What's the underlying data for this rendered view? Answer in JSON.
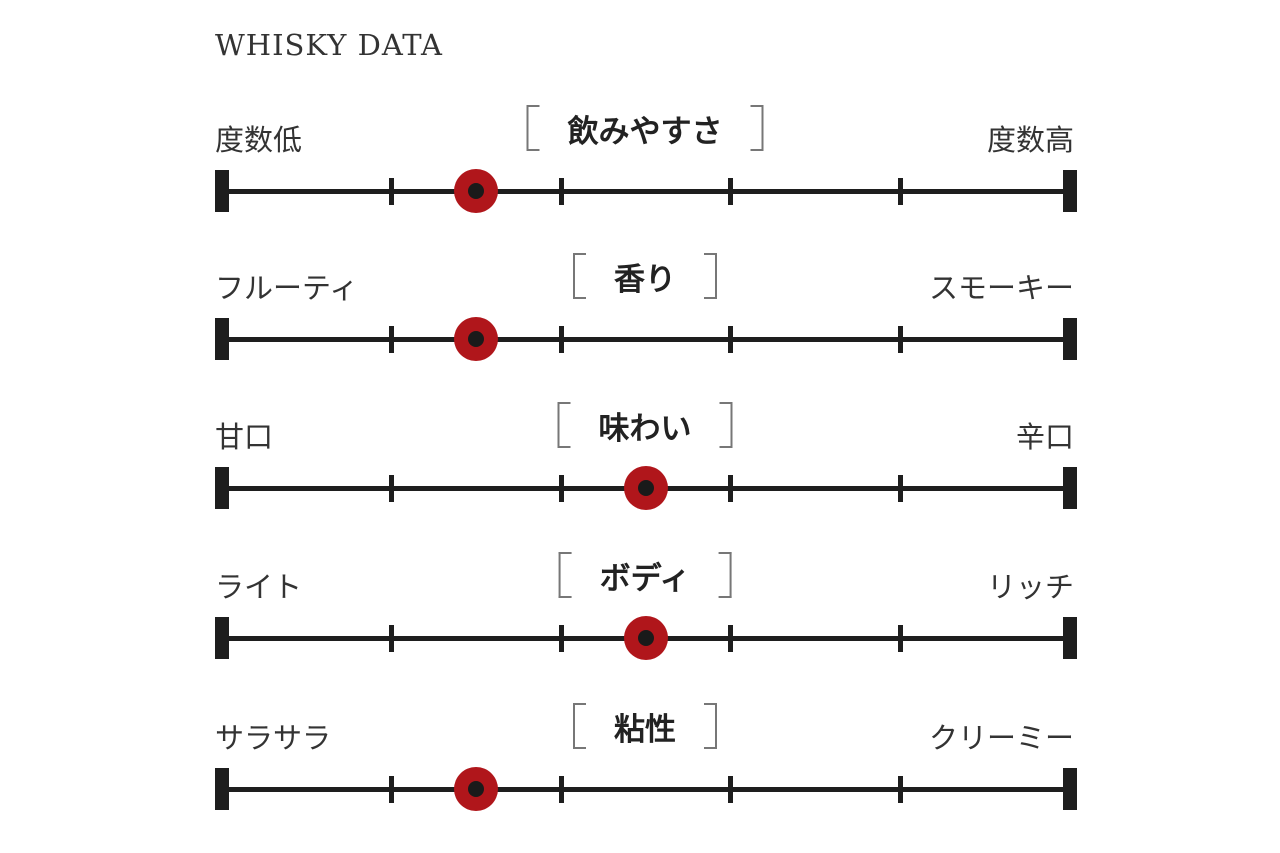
{
  "title": "WHISKY DATA",
  "scale_steps": 5,
  "colors": {
    "marker": "#b0161b",
    "track": "#1e1e1e"
  },
  "rows": [
    {
      "name": "飲みやすさ",
      "left": "度数低",
      "right": "度数高",
      "value": 1.5
    },
    {
      "name": "香り",
      "left": "フルーティ",
      "right": "スモーキー",
      "value": 1.5
    },
    {
      "name": "味わい",
      "left": "甘口",
      "right": "辛口",
      "value": 2.5
    },
    {
      "name": "ボディ",
      "left": "ライト",
      "right": "リッチ",
      "value": 2.5
    },
    {
      "name": "粘性",
      "left": "サラサラ",
      "right": "クリーミー",
      "value": 1.5
    }
  ]
}
